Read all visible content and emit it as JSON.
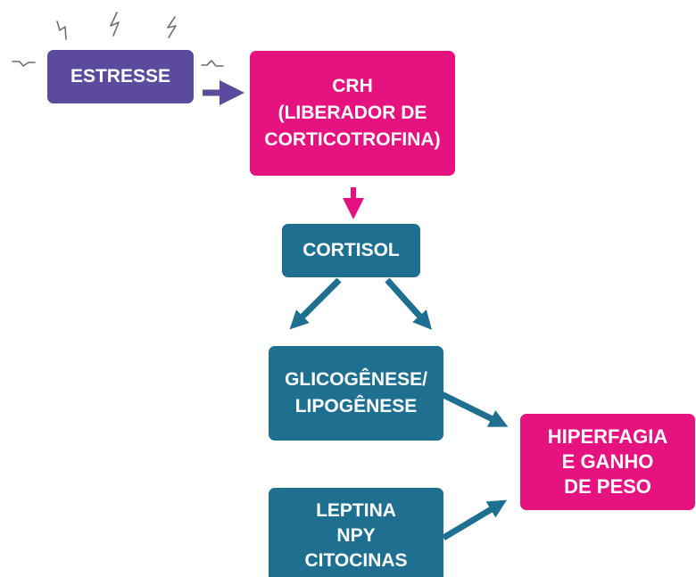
{
  "nodes": {
    "stress": {
      "lines": [
        "ESTRESSE"
      ]
    },
    "crh": {
      "lines": [
        "CRH",
        "(LIBERADOR DE",
        "CORTICOTROFINA)"
      ]
    },
    "cortisol": {
      "lines": [
        "CORTISOL"
      ]
    },
    "glico": {
      "lines": [
        "GLICOGÊNESE/",
        "LIPOGÊNESE"
      ]
    },
    "hiper": {
      "lines": [
        "HIPERFAGIA",
        "E GANHO",
        "DE PESO"
      ]
    },
    "leptina": {
      "lines": [
        "LEPTINA",
        "NPY",
        "CITOCINAS"
      ]
    }
  },
  "edges": [
    {
      "from": "stress",
      "to": "crh"
    },
    {
      "from": "crh",
      "to": "cortisol"
    },
    {
      "from": "cortisol",
      "to": "glico"
    },
    {
      "from": "glico",
      "to": "hiper"
    },
    {
      "from": "leptina",
      "to": "hiper"
    }
  ],
  "colors": {
    "stress": "#5b4a9e",
    "pink": "#e6127f",
    "teal": "#1f7090"
  },
  "decorations": [
    "lightning-bolt-icon"
  ]
}
